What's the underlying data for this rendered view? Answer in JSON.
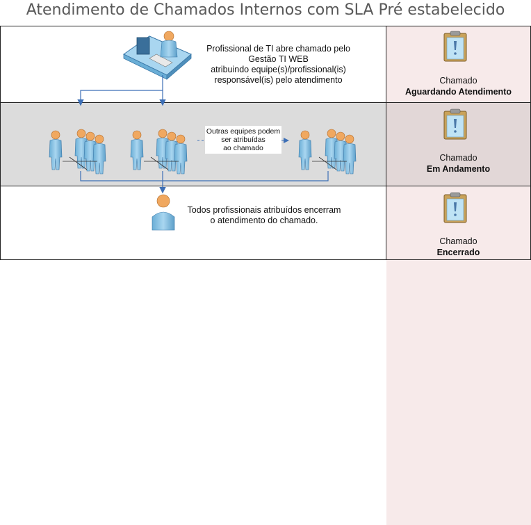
{
  "title": "Atendimento de Chamados Internos com SLA Pré estabelecido",
  "lanes": [
    {
      "description": [
        "Profissional de TI abre chamado pelo",
        "Gestão TI WEB",
        "atribuindo equipe(s)/profissional(is)",
        "responsável(is) pelo atendimento"
      ],
      "status": {
        "line1": "Chamado",
        "line2": "Aguardando Atendimento"
      }
    },
    {
      "note": [
        "Outras equipes podem",
        "ser atribuídas",
        "ao chamado"
      ],
      "status": {
        "line1": "Chamado",
        "line2": "Em Andamento"
      }
    },
    {
      "description": [
        "Todos profissionais atribuídos encerram",
        "o atendimento do chamado."
      ],
      "status": {
        "line1": "Chamado",
        "line2": "Encerrado"
      }
    }
  ],
  "colors": {
    "person": "#8ec5e6",
    "person_head": "#f0a860",
    "arrow": "#3d6fb6",
    "lane_gray": "#dcdcdc",
    "status_bg": "#f7eaea",
    "clipboard": "#c9a25a"
  }
}
